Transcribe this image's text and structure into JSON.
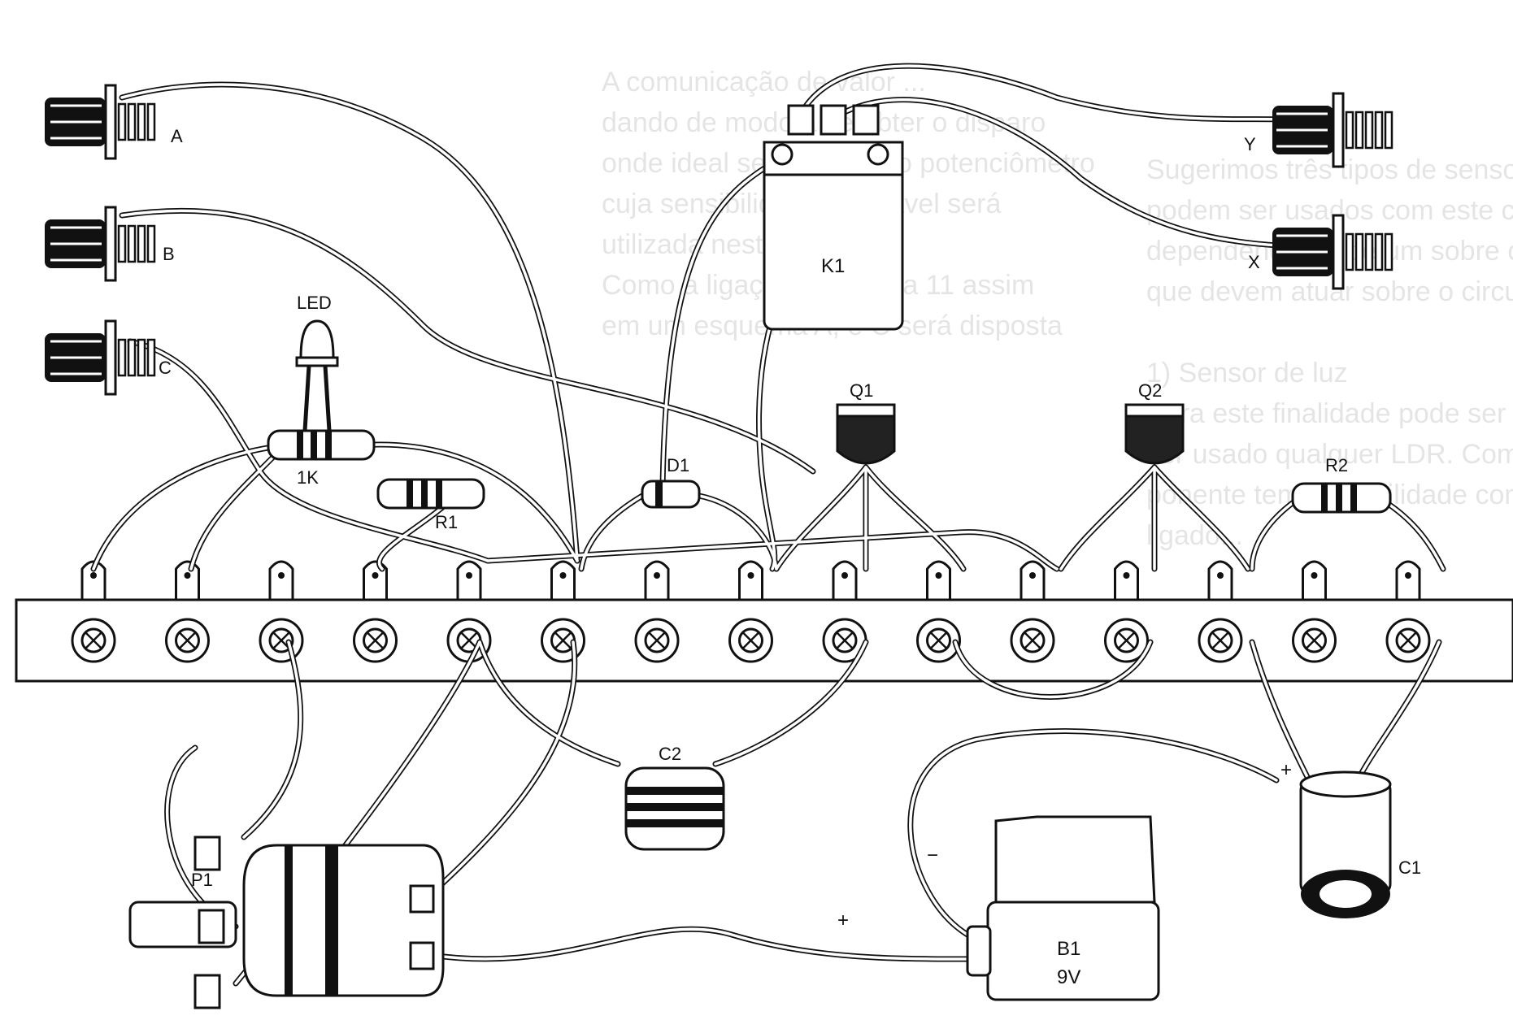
{
  "figure": {
    "background_text": [
      "A comunicação de valor ...",
      "dando de modo a se obter o disparo",
      "onde ideal será usando o potenciômetro",
      "cuja sensibilidade regulável será",
      "utilizada nesta área...",
      "Como a ligação da Figura 11 assim",
      "em um esquema A, e C será disposta",
      "Sugerimos três tipos de sensores que",
      "podem ser usados com este circuito,",
      "dependendo da de um sobre os sensores",
      "que devem atuar sobre o circuito.",
      "1) Sensor de luz",
      "Para este finalidade pode ser",
      "ser usado qualquer LDR. Como este com-",
      "ponente tem sensibilidade com ...",
      "ligado..."
    ],
    "labels": {
      "jack_a": "A",
      "jack_b": "B",
      "jack_c": "C",
      "jack_x": "X",
      "jack_y": "Y",
      "relay": "K1",
      "led": "LED",
      "resistor_1k": "1K",
      "resistor_r1": "R1",
      "resistor_r2": "R2",
      "diode": "D1",
      "transistor_q1": "Q1",
      "transistor_q2": "Q2",
      "capacitor_c2": "C2",
      "capacitor_c1": "C1",
      "pot": "P1",
      "battery_name": "B1",
      "battery_voltage": "9V",
      "plus_c1": "+",
      "minus_battery": "−",
      "plus_battery": "+"
    }
  }
}
